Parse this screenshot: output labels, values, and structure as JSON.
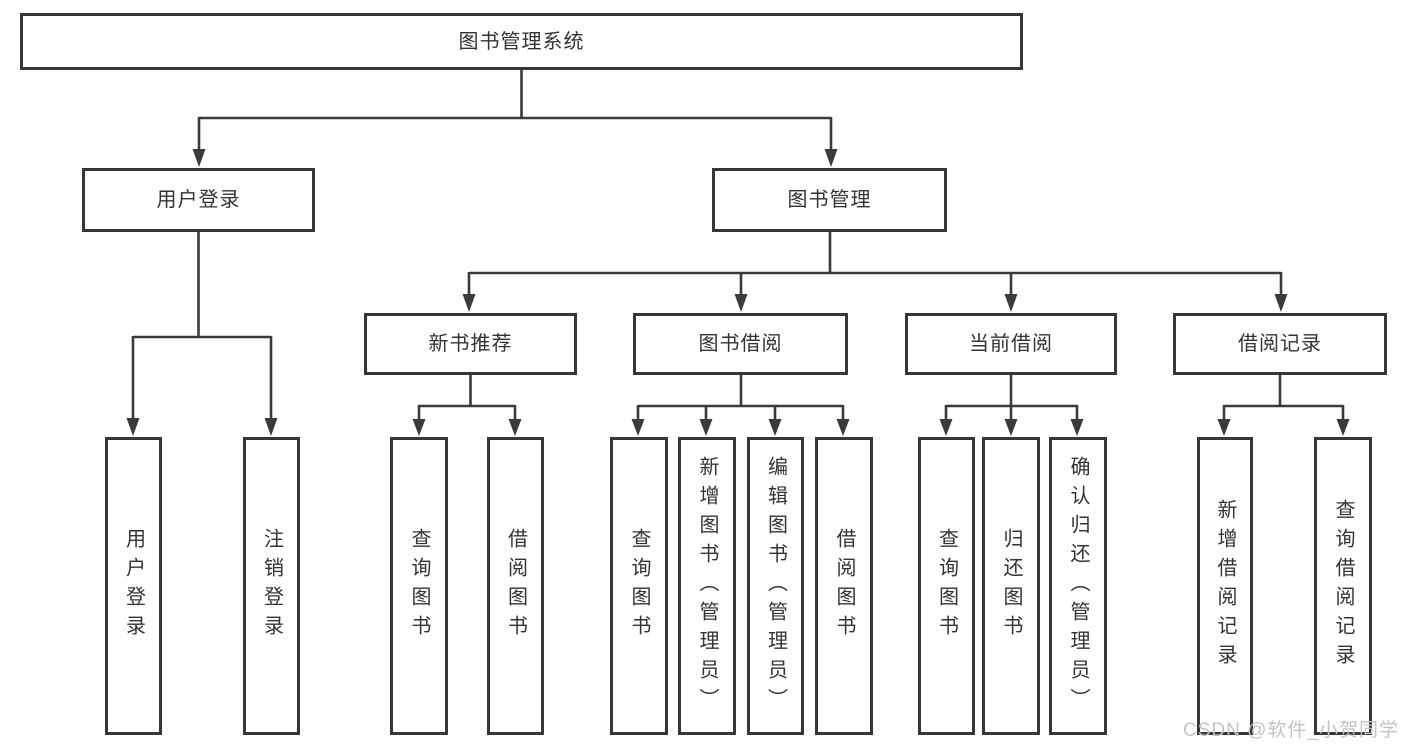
{
  "title": "图书管理系统",
  "watermark": "CSDN @软件_小贺同学",
  "colors": {
    "line": "#3a3a3a",
    "box_border": "#373737",
    "text": "#333333",
    "background": "#ffffff",
    "watermark": "#c0c4ca"
  },
  "tree": {
    "root": "图书管理系统",
    "children": [
      {
        "label": "用户登录",
        "children": [
          "用户登录",
          "注销登录"
        ]
      },
      {
        "label": "图书管理",
        "children": [
          {
            "label": "新书推荐",
            "children": [
              "查询图书",
              "借阅图书"
            ]
          },
          {
            "label": "图书借阅",
            "children": [
              "查询图书",
              "新增图书（管理员）",
              "编辑图书（管理员）",
              "借阅图书"
            ]
          },
          {
            "label": "当前借阅",
            "children": [
              "查询图书",
              "归还图书",
              "确认归还（管理员）"
            ]
          },
          {
            "label": "借阅记录",
            "children": [
              "新增借阅记录",
              "查询借阅记录"
            ]
          }
        ]
      }
    ]
  }
}
